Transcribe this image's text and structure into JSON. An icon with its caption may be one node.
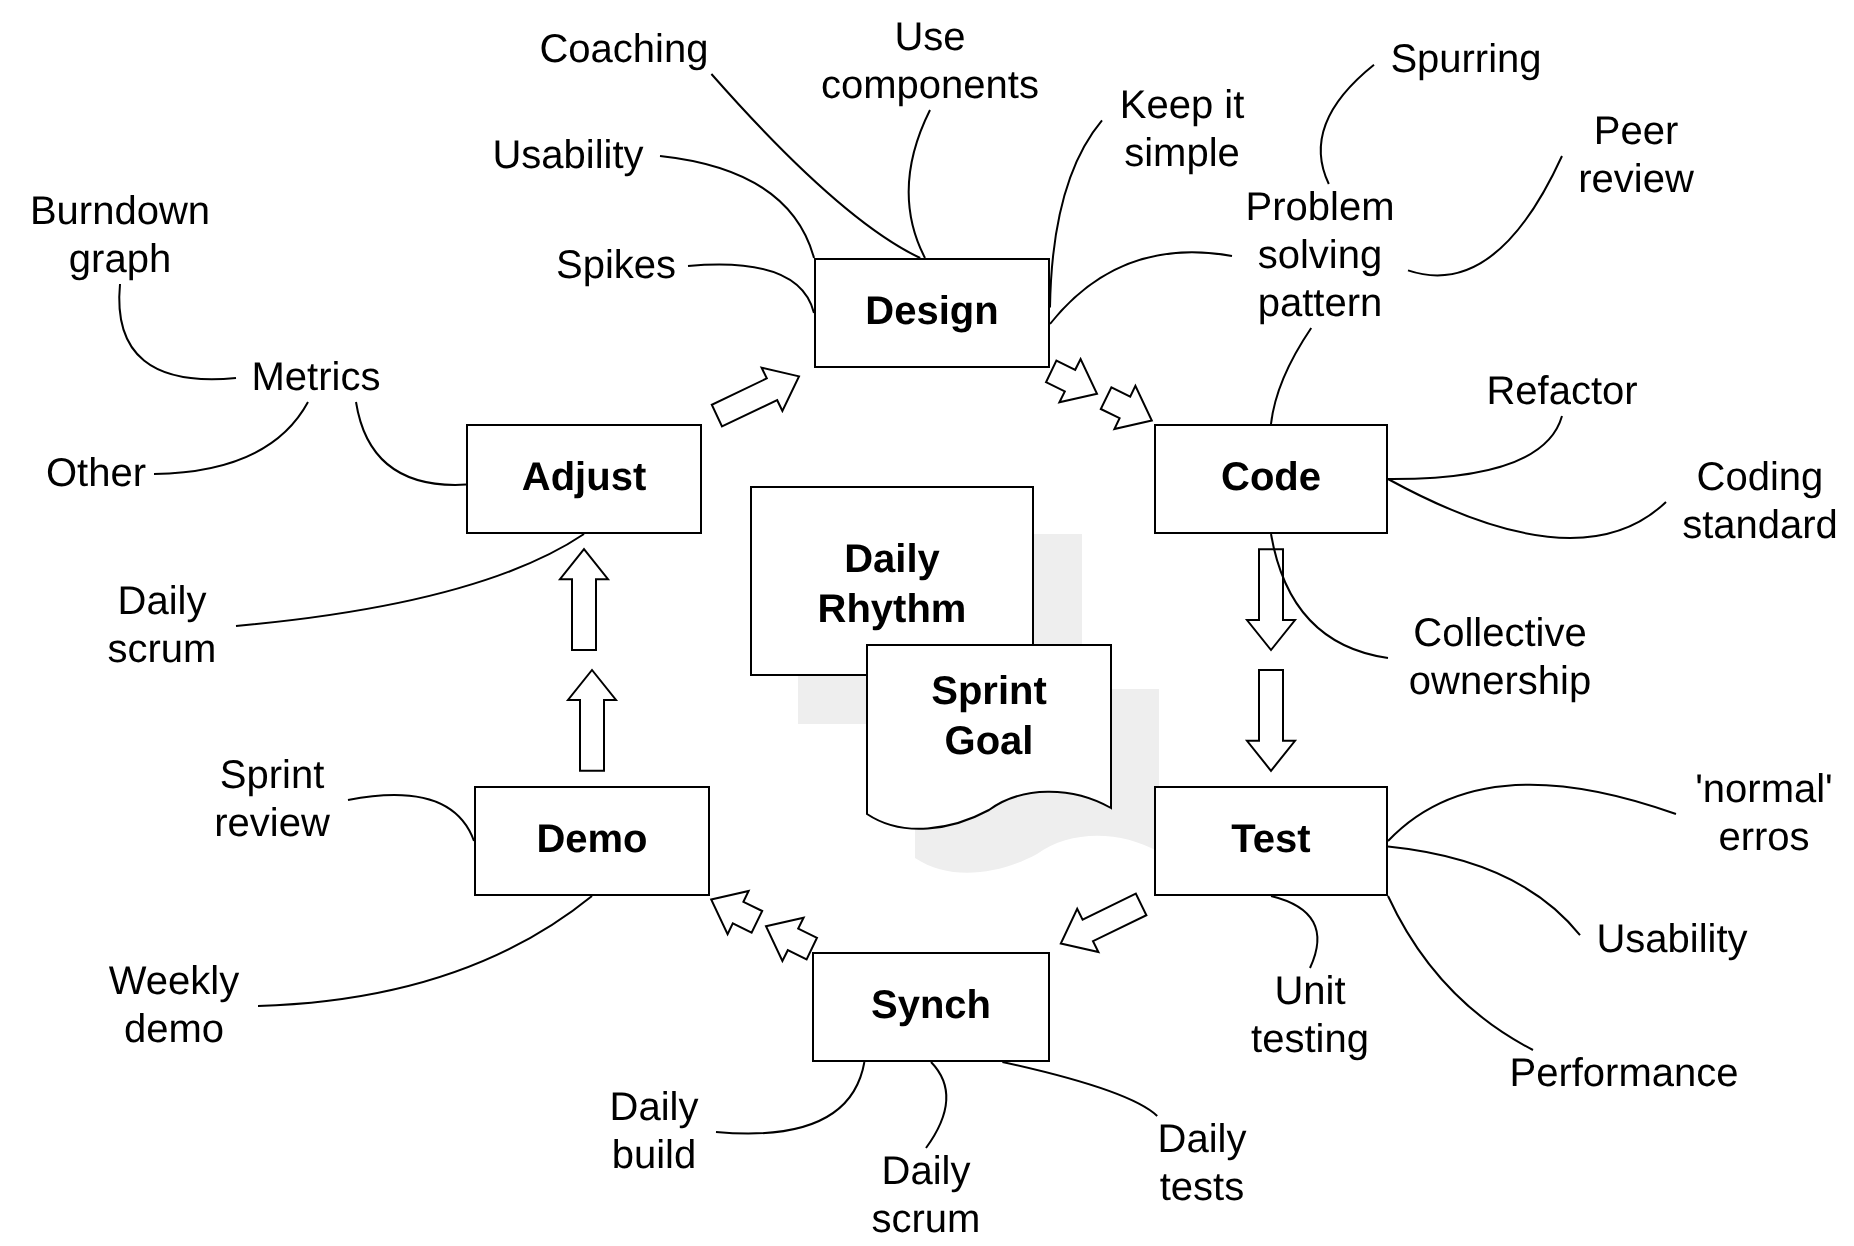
{
  "diagram": {
    "nodes": [
      {
        "text": [
          "Design"
        ]
      },
      {
        "text": [
          "Code"
        ]
      },
      {
        "text": [
          "Test"
        ]
      },
      {
        "text": [
          "Synch"
        ]
      },
      {
        "text": [
          "Demo"
        ]
      },
      {
        "text": [
          "Adjust"
        ]
      },
      {
        "text": [
          "Daily Rhythm"
        ]
      },
      {
        "text": [
          "Sprint Goal"
        ]
      },
      {
        "text": [
          "Coaching"
        ]
      },
      {
        "text": [
          "Use components"
        ]
      },
      {
        "text": [
          "Keep it simple"
        ]
      },
      {
        "text": [
          "Usability"
        ]
      },
      {
        "text": [
          "Spikes"
        ]
      },
      {
        "text": [
          "Problem solving pattern"
        ]
      },
      {
        "text": [
          "Spurring"
        ]
      },
      {
        "text": [
          "Peer review"
        ]
      },
      {
        "text": [
          "Burndown graph"
        ]
      },
      {
        "text": [
          "Metrics"
        ]
      },
      {
        "text": [
          "Other"
        ]
      },
      {
        "text": [
          "Refactor"
        ]
      },
      {
        "text": [
          "Coding standard"
        ]
      },
      {
        "text": [
          "Daily scrum"
        ]
      },
      {
        "text": [
          "Collective ownership"
        ]
      },
      {
        "text": [
          "Sprint review"
        ]
      },
      {
        "text": [
          "'normal' erros"
        ]
      },
      {
        "text": [
          "Usability"
        ]
      },
      {
        "text": [
          "Weekly demo"
        ]
      },
      {
        "text": [
          "Unit testing"
        ]
      },
      {
        "text": [
          "Performance"
        ]
      },
      {
        "text": [
          "Daily build"
        ]
      },
      {
        "text": [
          "Daily scrum"
        ]
      },
      {
        "text": [
          "Daily tests"
        ]
      }
    ],
    "edges": [
      {
        "from": 5,
        "to": 0,
        "arrow": "to"
      },
      {
        "from": 0,
        "to": 1,
        "arrow": "to"
      },
      {
        "from": 0,
        "to": 1,
        "arrow": "to"
      },
      {
        "from": 1,
        "to": null,
        "arrow": "to"
      },
      {
        "from": null,
        "to": 2,
        "arrow": "to"
      },
      {
        "from": 2,
        "to": 3,
        "arrow": "to"
      },
      {
        "from": 3,
        "to": 4,
        "arrow": "to"
      },
      {
        "from": 3,
        "to": 4,
        "arrow": "to"
      },
      {
        "from": 4,
        "to": null,
        "arrow": "to"
      },
      {
        "from": null,
        "to": 5,
        "arrow": "to"
      },
      {
        "from": 8,
        "to": 0,
        "arrow": "none"
      },
      {
        "from": 9,
        "to": 0,
        "arrow": "none"
      },
      {
        "from": 11,
        "to": 0,
        "arrow": "none"
      },
      {
        "from": 12,
        "to": 0,
        "arrow": "none"
      },
      {
        "from": 10,
        "to": 0,
        "arrow": "none"
      },
      {
        "from": 13,
        "to": 0,
        "arrow": "none"
      },
      {
        "from": 14,
        "to": 13,
        "arrow": "none"
      },
      {
        "from": 15,
        "to": 13,
        "arrow": "none"
      },
      {
        "from": 13,
        "to": 1,
        "arrow": "none"
      },
      {
        "from": 16,
        "to": 17,
        "arrow": "none"
      },
      {
        "from": 18,
        "to": 17,
        "arrow": "none"
      },
      {
        "from": 17,
        "to": 5,
        "arrow": "none"
      },
      {
        "from": 21,
        "to": 5,
        "arrow": "none"
      },
      {
        "from": 19,
        "to": 1,
        "arrow": "none"
      },
      {
        "from": 20,
        "to": 1,
        "arrow": "none"
      },
      {
        "from": 22,
        "to": 1,
        "arrow": "none"
      },
      {
        "from": 24,
        "to": 2,
        "arrow": "none"
      },
      {
        "from": 25,
        "to": 2,
        "arrow": "none"
      },
      {
        "from": 28,
        "to": 2,
        "arrow": "none"
      },
      {
        "from": 27,
        "to": 2,
        "arrow": "none"
      },
      {
        "from": 23,
        "to": 4,
        "arrow": "none"
      },
      {
        "from": 26,
        "to": 4,
        "arrow": "none"
      },
      {
        "from": 29,
        "to": 3,
        "arrow": "none"
      },
      {
        "from": 30,
        "to": 3,
        "arrow": "none"
      },
      {
        "from": 31,
        "to": 3,
        "arrow": "none"
      }
    ]
  }
}
